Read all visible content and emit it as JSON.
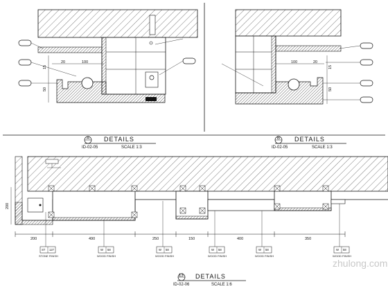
{
  "details": [
    {
      "circle_letter": "A",
      "title": "DETAILS",
      "sheet": "ID-02-05",
      "scale": "SCALE 1:3"
    },
    {
      "circle_letter": "B",
      "title": "DETAILS",
      "sheet": "ID-02-05",
      "scale": "SCALE 1:3"
    },
    {
      "circle_number": "13",
      "title": "DETAILS",
      "sheet": "ID-02-06",
      "scale": "SCALE 1:6"
    }
  ],
  "detail_a": {
    "dims": [
      "20",
      "100",
      "15",
      "50"
    ]
  },
  "detail_b": {
    "dims": [
      "100",
      "20",
      "15",
      "50"
    ]
  },
  "detail_13": {
    "dims_bottom": [
      "200",
      "490",
      "250",
      "150",
      "400",
      "350"
    ],
    "dims_side": [
      "200"
    ],
    "tags": [
      {
        "top": "ST",
        "bottom": "127",
        "label": "STONE FINISH"
      },
      {
        "top": "W",
        "bottom": "58",
        "label": "WOOD FINISH"
      },
      {
        "top": "W",
        "bottom": "58",
        "label": "WOOD FINISH"
      },
      {
        "top": "W",
        "bottom": "58",
        "label": "WOOD FINISH"
      },
      {
        "top": "W",
        "bottom": "58",
        "label": "WOOD FINISH"
      },
      {
        "top": "W",
        "bottom": "58",
        "label": "WOOD FINISH"
      }
    ]
  },
  "watermark": "zhulong.com",
  "colors": {
    "line": "#111111",
    "paper": "#ffffff",
    "watermark": "#c8c8c8"
  }
}
